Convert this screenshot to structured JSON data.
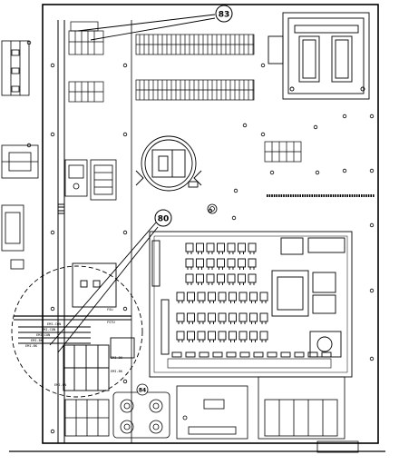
{
  "callouts": [
    {
      "id": "83",
      "label": "83"
    },
    {
      "id": "80",
      "label": "80"
    },
    {
      "id": "84",
      "label": "84"
    }
  ],
  "wire_labels": [
    "EMI-CON",
    "EMI-CON",
    "EMI-CON",
    "EMI-BK",
    "EMI-BK",
    "EMI-BK",
    "EMI-BK",
    "EMI-CN"
  ],
  "terminal_labels": [
    "FSU",
    "FSTU"
  ],
  "colors": {
    "line": "#000000",
    "background": "#ffffff",
    "panel": "#ffffff"
  }
}
